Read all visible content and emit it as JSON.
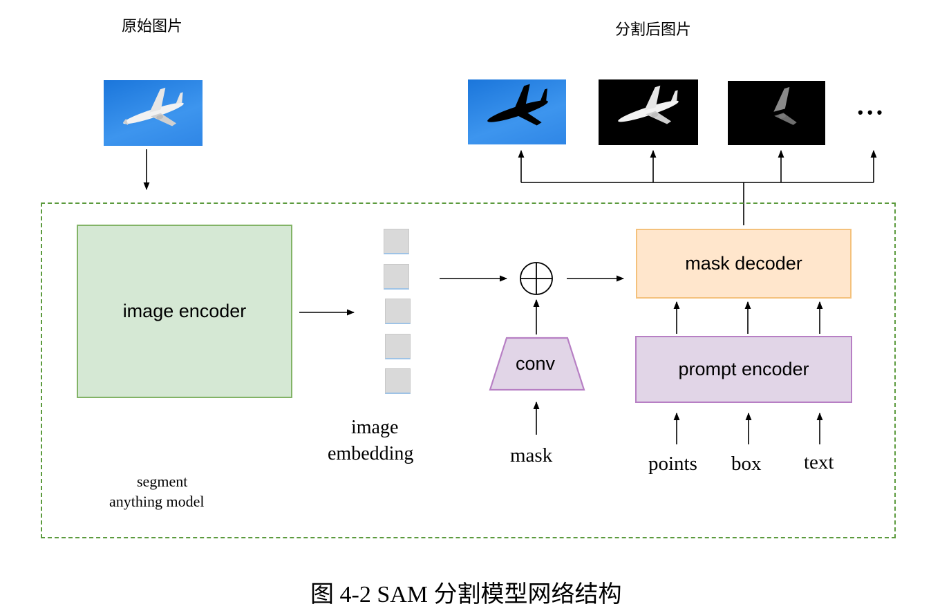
{
  "headings": {
    "original": "原始图片",
    "segmented": "分割后图片"
  },
  "blocks": {
    "image_encoder": "image encoder",
    "mask_decoder": "mask decoder",
    "prompt_encoder": "prompt encoder",
    "conv": "conv"
  },
  "labels": {
    "embedding_line1": "image",
    "embedding_line2": "embedding",
    "mask": "mask",
    "points": "points",
    "box": "box",
    "text": "text",
    "model_line1": "segment",
    "model_line2": "anything model",
    "ellipsis": "• • •"
  },
  "caption": "图 4-2 SAM 分割模型网络结构",
  "colors": {
    "encoder_fill": "#d5e8d4",
    "encoder_border": "#82b366",
    "decoder_fill": "#ffe6cc",
    "decoder_border": "#f4c17c",
    "prompt_fill": "#e1d5e7",
    "prompt_border": "#b77fc4",
    "dashed_border": "#5b9a3d",
    "sky": "#2f86e6"
  }
}
